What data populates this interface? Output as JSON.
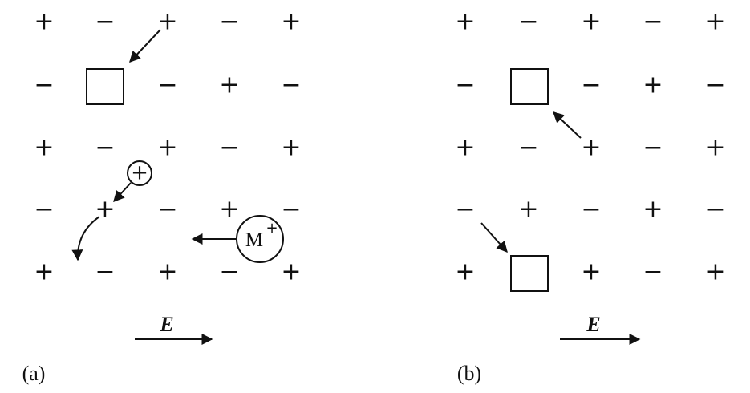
{
  "panel_a": {
    "label": "(a)",
    "field_label": "E",
    "grid": [
      [
        "+",
        "−",
        "+",
        "−",
        "+"
      ],
      [
        "−",
        "",
        "−",
        "+",
        "−"
      ],
      [
        "+",
        "−",
        "+",
        "−",
        "+"
      ],
      [
        "−",
        "+",
        "−",
        "+",
        "−"
      ],
      [
        "+",
        "−",
        "+",
        "−",
        "+"
      ]
    ],
    "interstitial_ion": "+",
    "impurity_ion": "M",
    "impurity_charge": "+"
  },
  "panel_b": {
    "label": "(b)",
    "field_label": "E",
    "grid": [
      [
        "+",
        "−",
        "+",
        "−",
        "+"
      ],
      [
        "−",
        "",
        "−",
        "+",
        "−"
      ],
      [
        "+",
        "−",
        "+",
        "−",
        "+"
      ],
      [
        "−",
        "+",
        "−",
        "+",
        "−"
      ],
      [
        "+",
        "",
        "+",
        "−",
        "+"
      ]
    ]
  }
}
